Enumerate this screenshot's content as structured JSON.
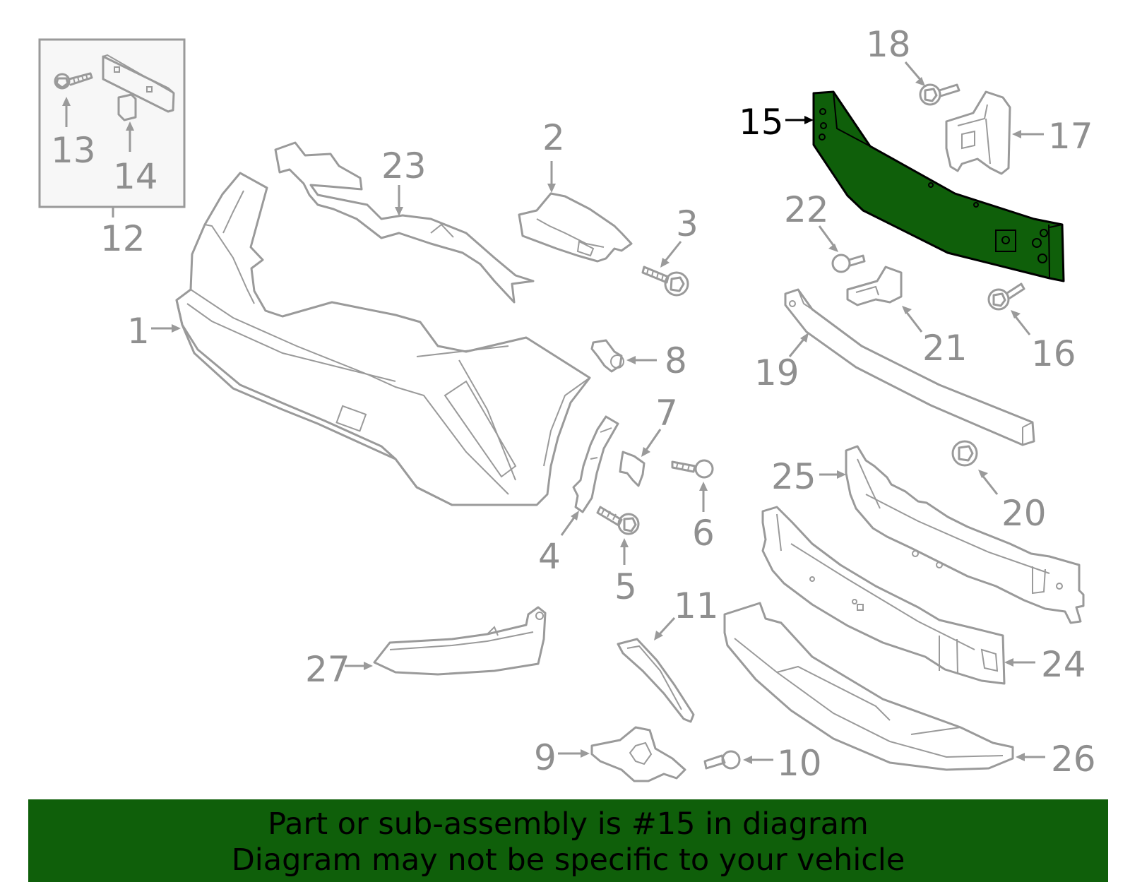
{
  "highlight_color": "#0f5f0a",
  "part_color": "#9a9a9a",
  "callouts": {
    "c1": "1",
    "c2": "2",
    "c3": "3",
    "c4": "4",
    "c5": "5",
    "c6": "6",
    "c7": "7",
    "c8": "8",
    "c9": "9",
    "c10": "10",
    "c11": "11",
    "c12": "12",
    "c13": "13",
    "c14": "14",
    "c15": "15",
    "c16": "16",
    "c17": "17",
    "c18": "18",
    "c19": "19",
    "c20": "20",
    "c21": "21",
    "c22": "22",
    "c23": "23",
    "c24": "24",
    "c25": "25",
    "c26": "26",
    "c27": "27"
  },
  "highlighted_part": "15",
  "banner": {
    "line1": "Part or sub-assembly is #15 in diagram",
    "line2": "Diagram may not be specific to your vehicle"
  }
}
